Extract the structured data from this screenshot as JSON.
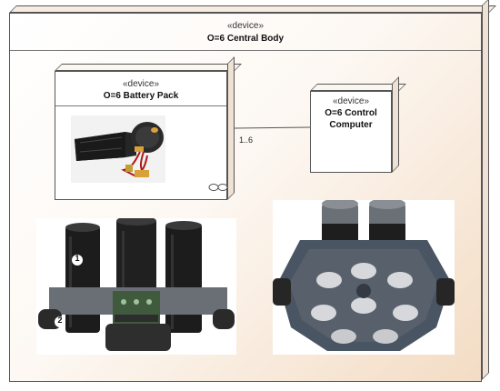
{
  "central_body": {
    "stereotype": "«device»",
    "name": "O=6 Central Body"
  },
  "battery_pack": {
    "stereotype": "«device»",
    "name": "O=6 Battery Pack"
  },
  "control_computer": {
    "stereotype": "«device»",
    "name_line1": "O=6 Control",
    "name_line2": "Computer"
  },
  "association": {
    "multiplicity": "1..6"
  },
  "photo_labels": {
    "marker1": "1",
    "marker2": "2"
  },
  "colors": {
    "border": "#555555",
    "gradient_end": "#f3dcc4",
    "side": "#efe2d4",
    "frame": "#4a5563"
  }
}
